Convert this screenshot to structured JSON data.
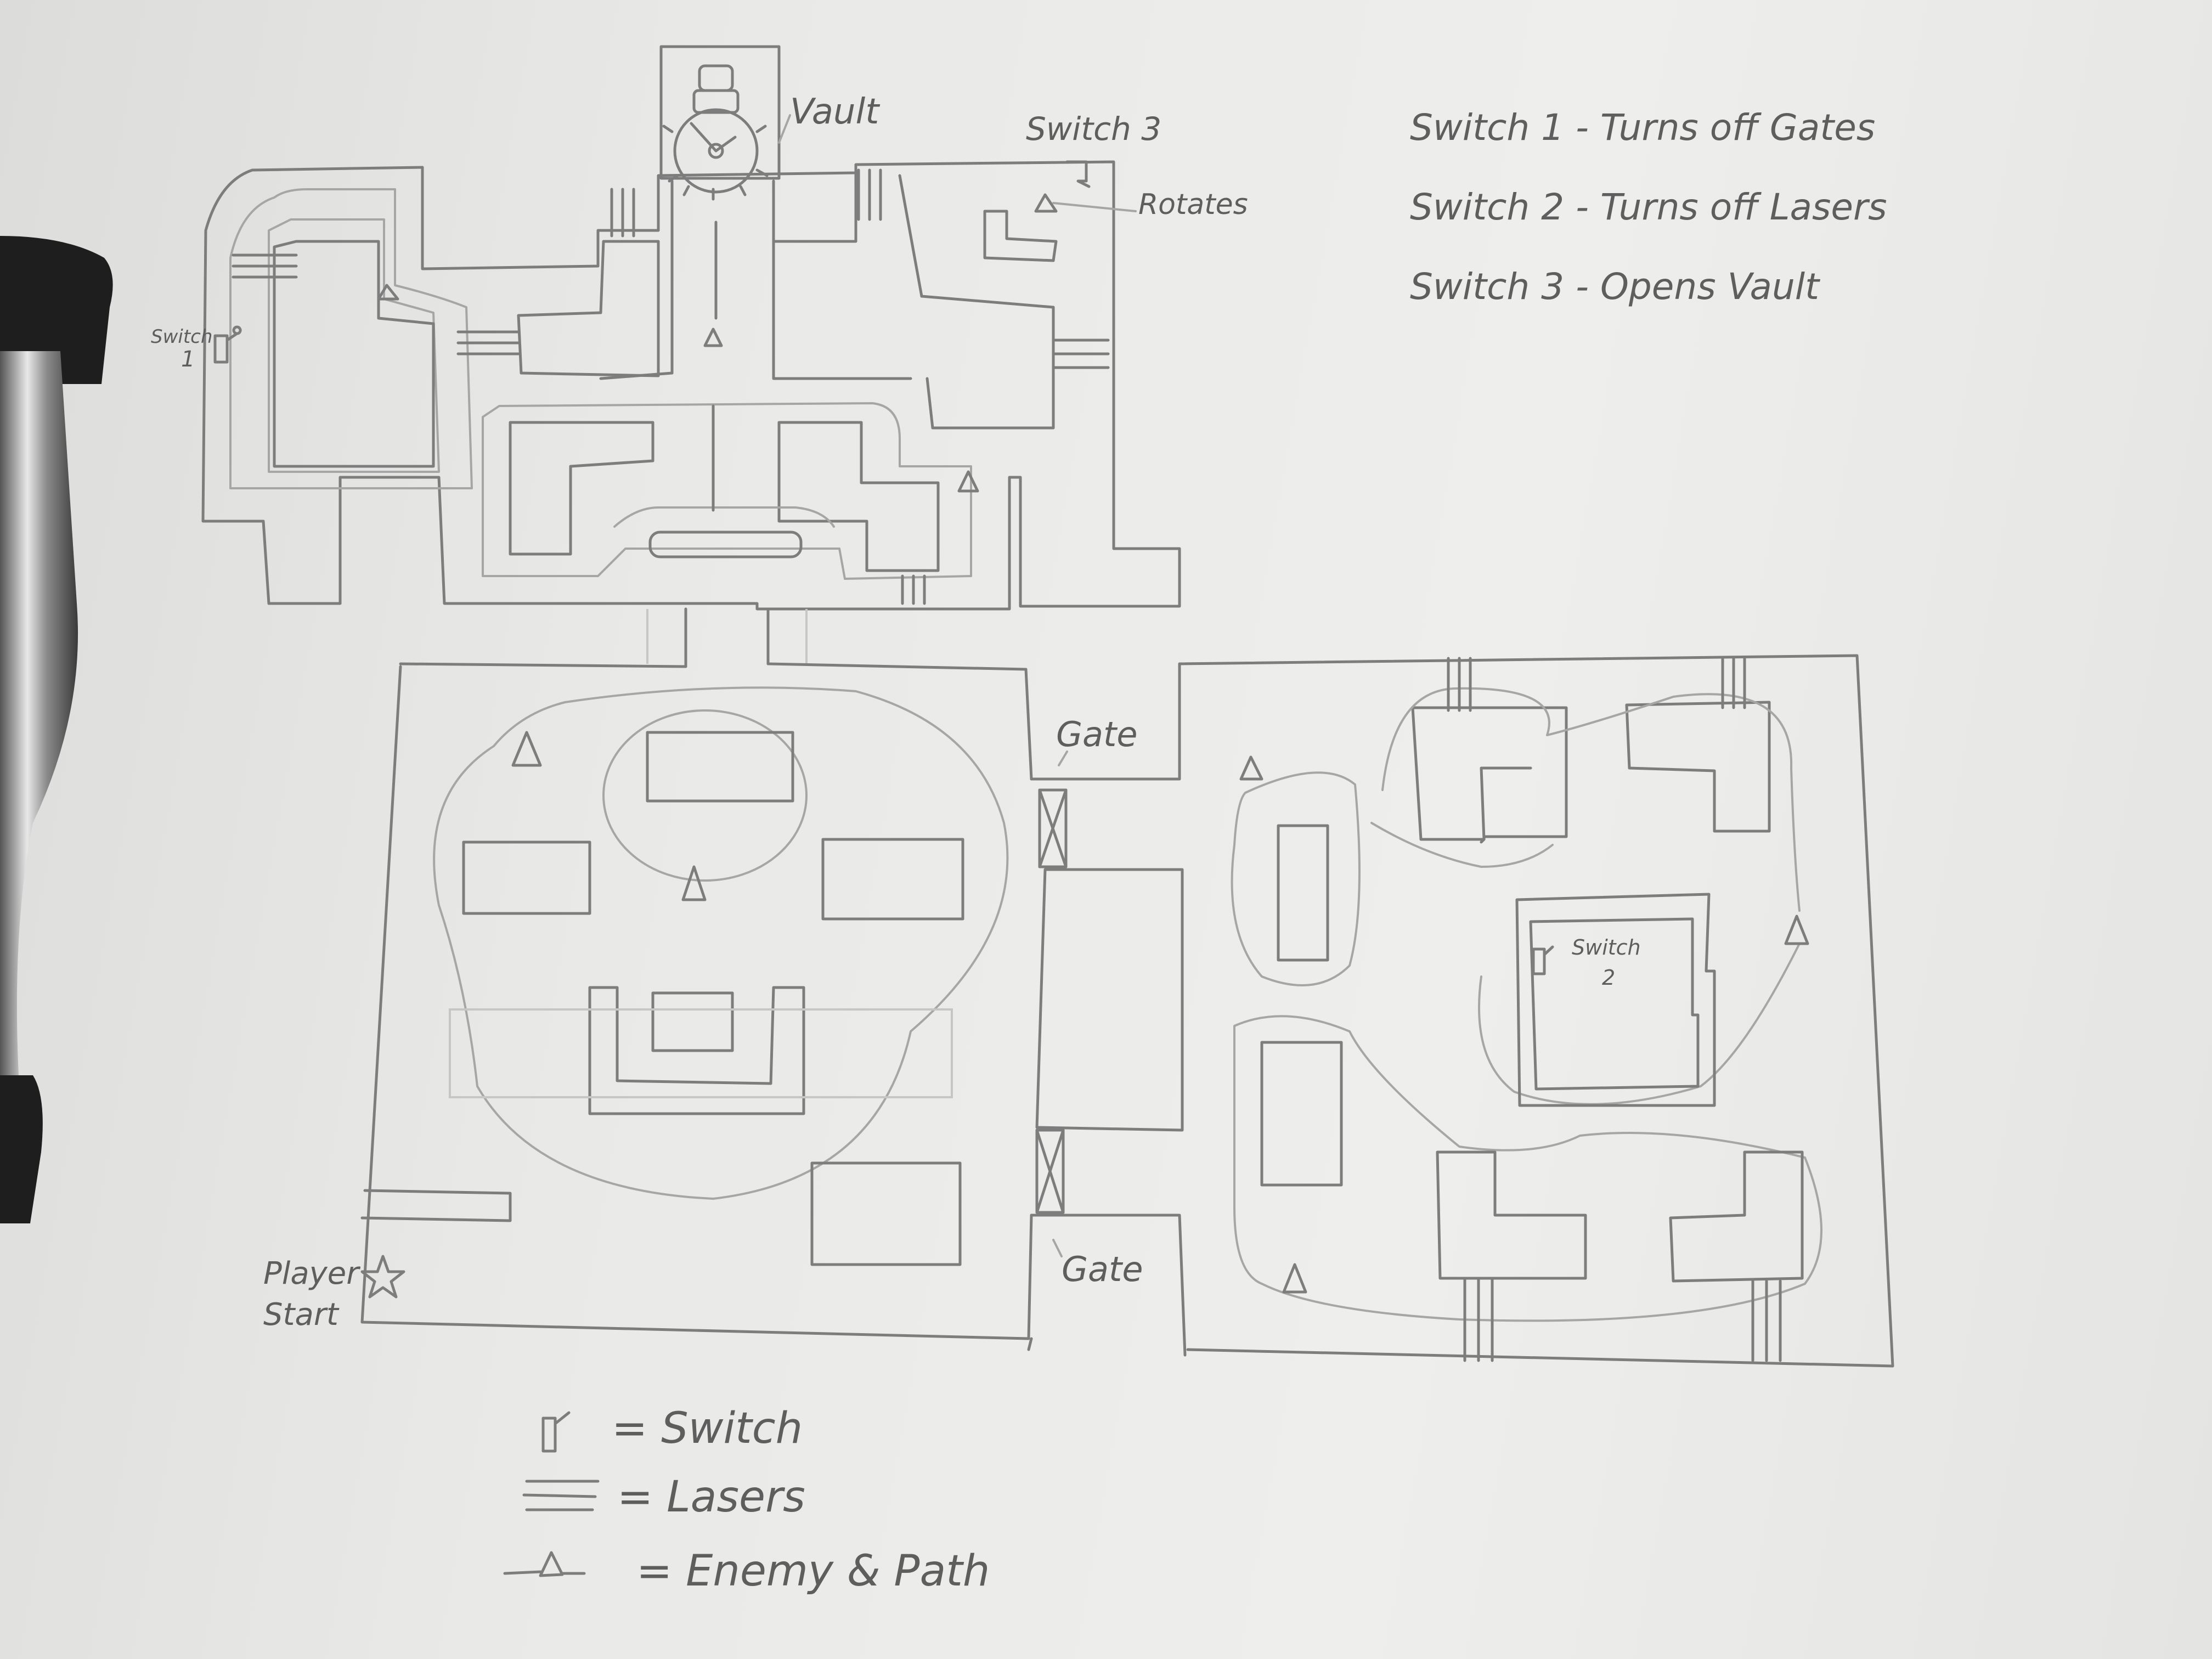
{
  "labels": {
    "vault": "Vault",
    "switch3": "Switch 3",
    "rotates": "Rotates",
    "switch1_line1": "Switch",
    "switch1_line2": "1",
    "switch2_line1": "Switch",
    "switch2_line2": "2",
    "gate_top": "Gate",
    "gate_bottom": "Gate",
    "player_start_line1": "Player",
    "player_start_line2": "Start"
  },
  "notes": [
    "Switch 1 - Turns off Gates",
    "Switch 2 - Turns off Lasers",
    "Switch 3 - Opens Vault"
  ],
  "legend": {
    "switch": "= Switch",
    "lasers": "= Lasers",
    "enemy": "= Enemy & Path"
  },
  "icons": [
    "switch-icon",
    "laser-icon",
    "enemy-triangle-icon",
    "star-icon",
    "vault-dial-icon"
  ]
}
